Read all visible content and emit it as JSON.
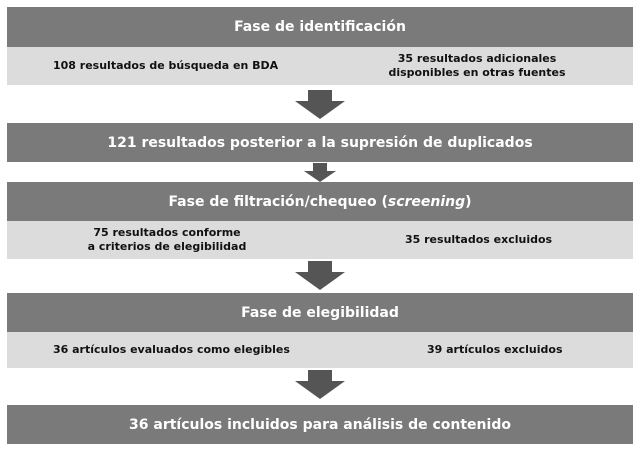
{
  "stages": {
    "identification": {
      "title": "Fase de identificación",
      "left_text": "108 resultados de búsqueda en BDA",
      "right_line1": "35 resultados adicionales",
      "right_line2": "disponibles en otras fuentes"
    },
    "deduplication": {
      "title": "121 resultados posterior a la supresión de duplicados"
    },
    "screening": {
      "title_prefix": "Fase de filtración/chequeo (",
      "title_italic": "screening",
      "title_suffix": ")",
      "left_line1": "75 resultados conforme",
      "left_line2": "a criterios de elegibilidad",
      "right_text": "35 resultados excluidos"
    },
    "eligibility": {
      "title": "Fase de elegibilidad",
      "left_text": "36 artículos evaluados como elegibles",
      "right_text": "39 artículos excluidos"
    },
    "included": {
      "title": "36 artículos incluidos para análisis de contenido"
    }
  },
  "colors": {
    "header_bar": "#7a7a7a",
    "sub_bar": "#dcdcdc",
    "arrow": "#555555"
  }
}
